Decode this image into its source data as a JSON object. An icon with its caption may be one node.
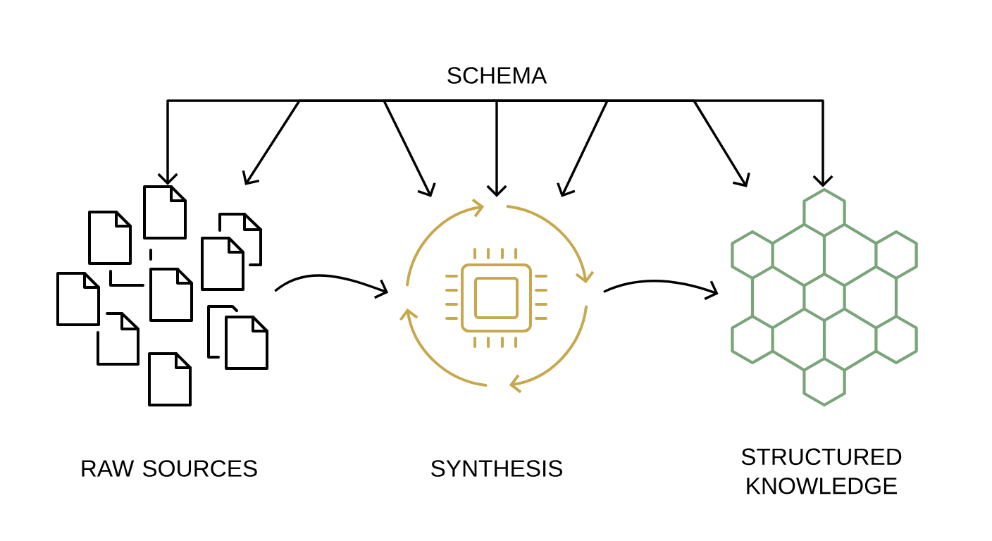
{
  "diagram": {
    "nodes": [
      {
        "text": [
          "SCHEMA"
        ]
      },
      {
        "text": [
          "RAW SOURCES"
        ]
      },
      {
        "text": [
          "SYNTHESIS"
        ]
      },
      {
        "text": [
          "STRUCTURED KNOWLEDGE"
        ]
      }
    ],
    "edges": [
      {
        "from": 0,
        "to": 1,
        "arrow": "to"
      },
      {
        "from": 0,
        "to": 1,
        "arrow": "to"
      },
      {
        "from": 0,
        "to": 2,
        "arrow": "to"
      },
      {
        "from": 0,
        "to": 2,
        "arrow": "to"
      },
      {
        "from": 0,
        "to": 2,
        "arrow": "to"
      },
      {
        "from": 0,
        "to": 3,
        "arrow": "to"
      },
      {
        "from": 0,
        "to": 3,
        "arrow": "to"
      },
      {
        "from": 1,
        "to": 2,
        "arrow": "to"
      },
      {
        "from": 2,
        "to": 3,
        "arrow": "to"
      }
    ]
  }
}
